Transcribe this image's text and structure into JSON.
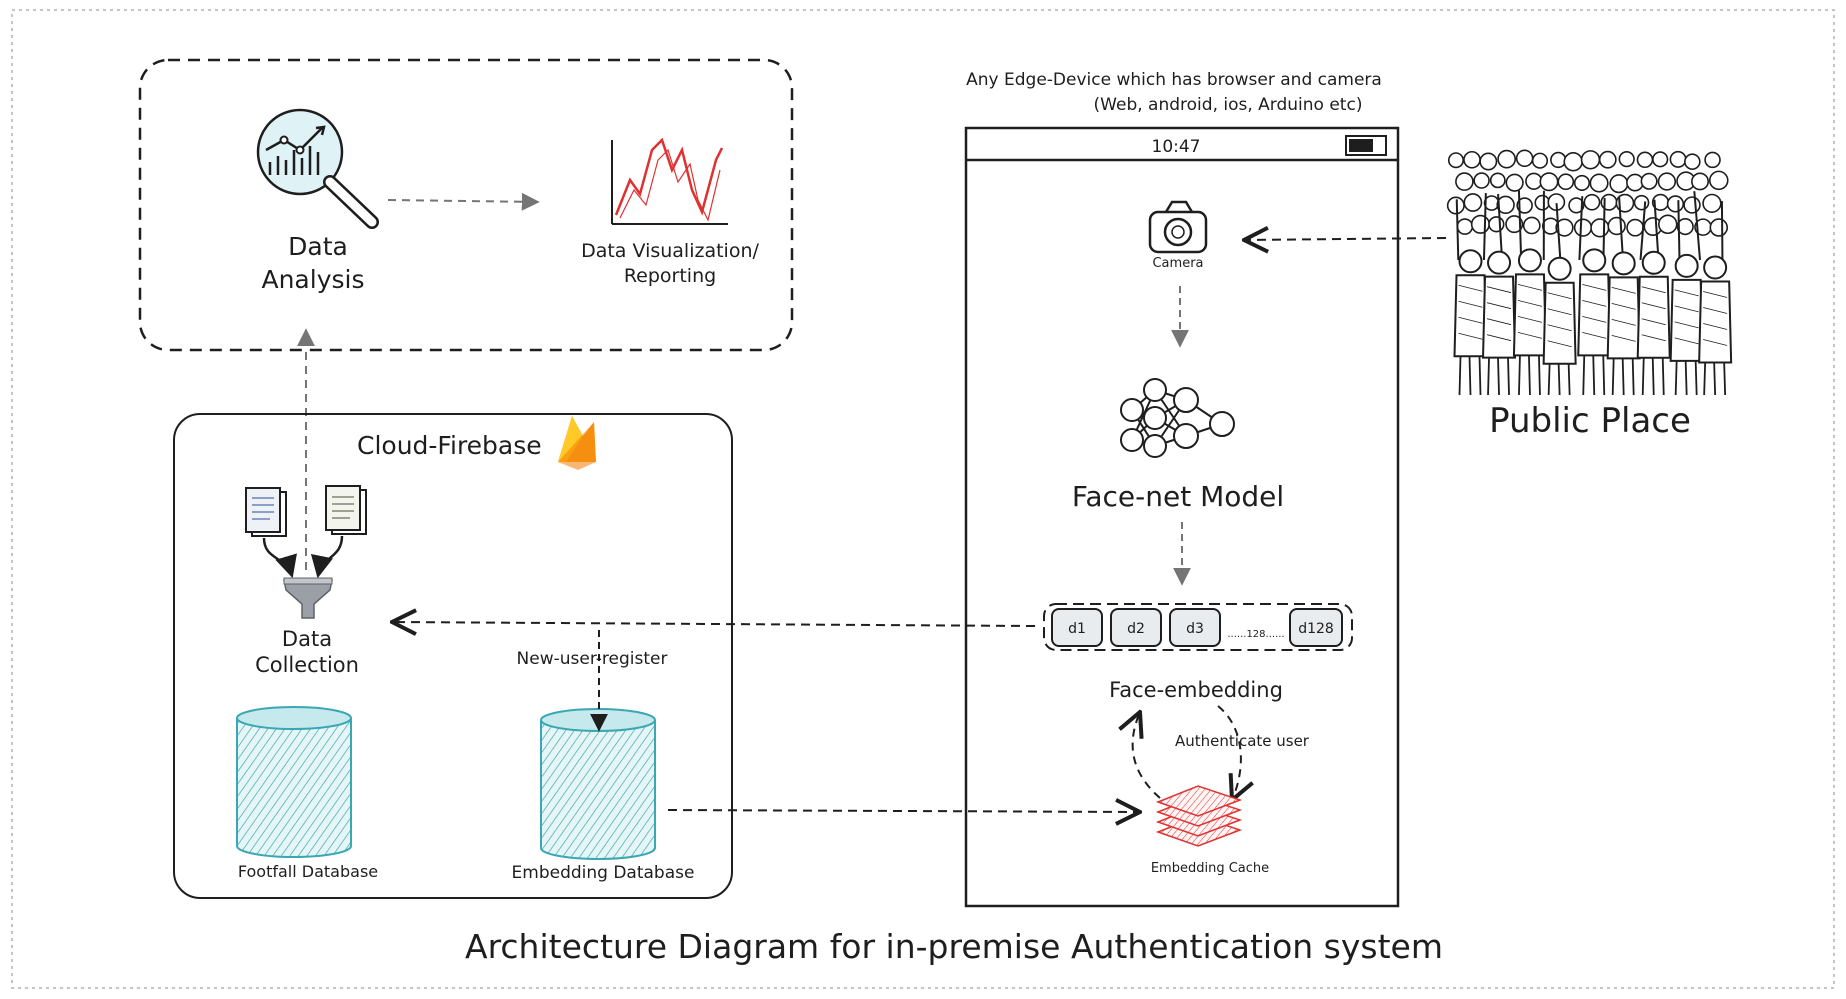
{
  "title": "Architecture Diagram for in-premise Authentication system",
  "analysis": {
    "data_analysis": [
      "Data",
      "Analysis"
    ],
    "data_visualization": [
      "Data Visualization/",
      "Reporting"
    ]
  },
  "cloud": {
    "label": "Cloud-Firebase",
    "data_collection": [
      "Data",
      "Collection"
    ],
    "footfall_db": "Footfall Database",
    "embedding_db": "Embedding Database",
    "new_user_register": "New-user-register"
  },
  "device": {
    "caption": [
      "Any Edge-Device which has browser and camera",
      "(Web, android, ios, Arduino etc)"
    ],
    "time": "10:47",
    "camera": "Camera",
    "model": "Face-net Model",
    "embedding_cells": [
      "d1",
      "d2",
      "d3",
      "......128......",
      "d128"
    ],
    "face_embedding": "Face-embedding",
    "authenticate_user": "Authenticate user",
    "embedding_cache": "Embedding Cache"
  },
  "public_place": "Public Place",
  "colors": {
    "stroke": "#1e1e1e",
    "db_fill": "#a5d8dd",
    "db_stroke": "#3aa7b3",
    "cache": "#e03131",
    "arrow_gray": "#757575",
    "firebase_orange": "#f6a623",
    "firebase_yellow": "#ffca28"
  }
}
